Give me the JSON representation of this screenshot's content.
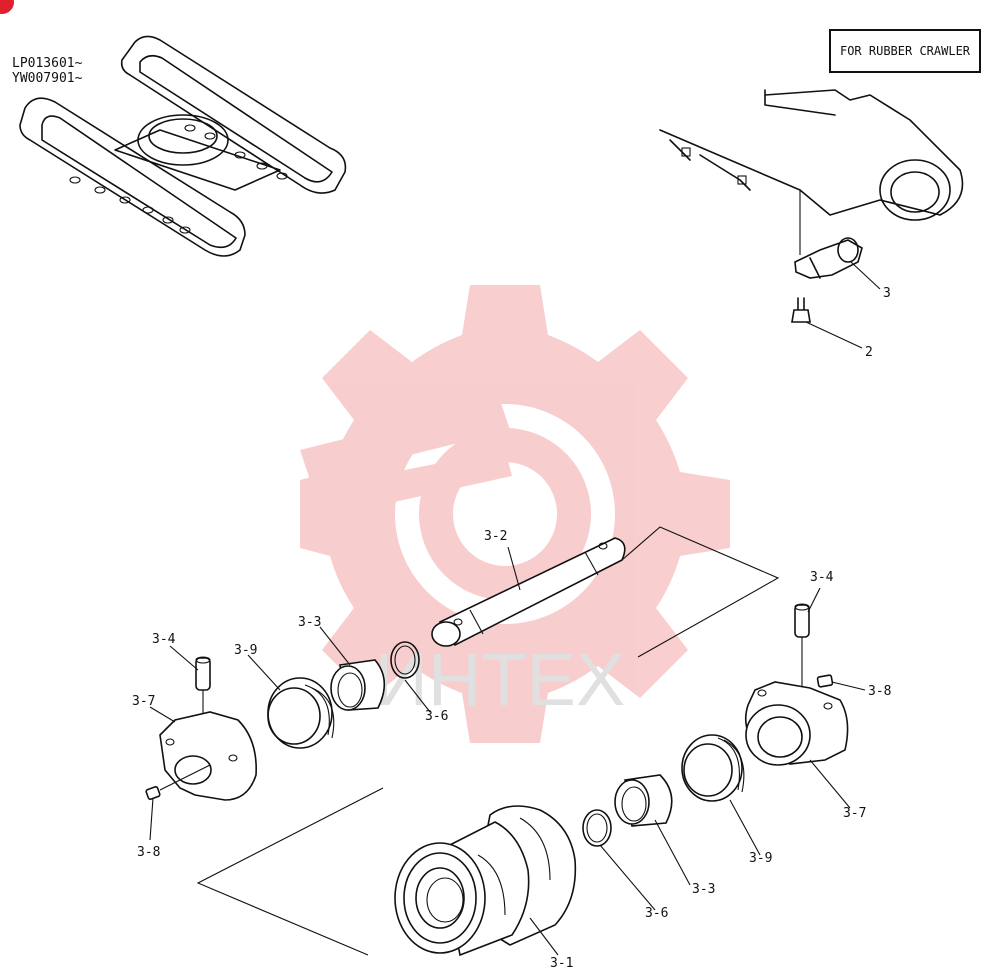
{
  "serial_numbers": [
    "LP013601~",
    "YW007901~"
  ],
  "note": "FOR RUBBER CRAWLER",
  "watermark_text": "ИНТЕХ",
  "colors": {
    "line": "#111111",
    "watermark": "#f0a0a0",
    "accent": "#e0202c"
  },
  "callouts": {
    "c3": "3",
    "c2": "2",
    "c3_2": "3-2",
    "c3_3_left": "3-3",
    "c3_4_left": "3-4",
    "c3_9_left": "3-9",
    "c3_7_left": "3-7",
    "c3_6_left": "3-6",
    "c3_8_left": "3-8",
    "c3_4_right": "3-4",
    "c3_8_right": "3-8",
    "c3_7_right": "3-7",
    "c3_9_right": "3-9",
    "c3_3_right": "3-3",
    "c3_6_right": "3-6",
    "c3_1": "3-1"
  }
}
